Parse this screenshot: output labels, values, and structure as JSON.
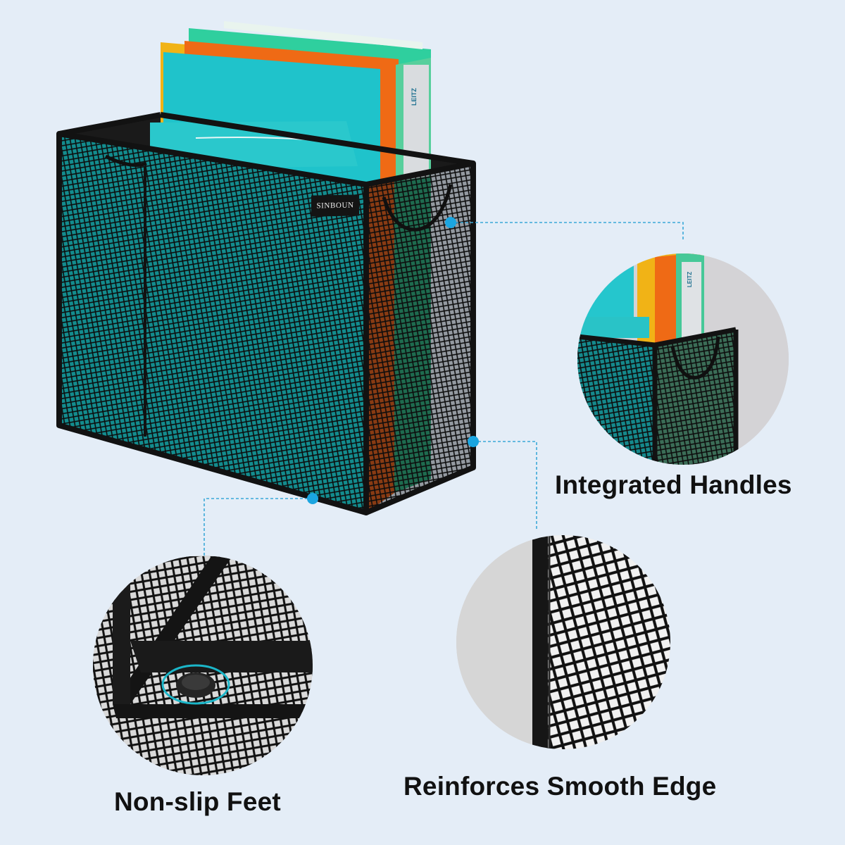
{
  "product": {
    "brand_tag": "SINBOUN",
    "binder_spine_text": "LEITZ"
  },
  "features": [
    {
      "id": "handles",
      "label": "Integrated Handles",
      "icon": "handle-detail-icon"
    },
    {
      "id": "edge",
      "label": "Reinforces Smooth Edge",
      "icon": "edge-detail-icon"
    },
    {
      "id": "feet",
      "label": "Non-slip Feet",
      "icon": "foot-detail-icon"
    }
  ],
  "colors": {
    "background": "#e4edf7",
    "mesh_frame": "#151515",
    "callout_dot": "#1ba5e0",
    "callout_line": "#3aa8d8",
    "folder_teal": "#20c0c8",
    "folder_yellow": "#f1b316",
    "folder_orange": "#ef6a15",
    "binder_green": "#46c898"
  }
}
